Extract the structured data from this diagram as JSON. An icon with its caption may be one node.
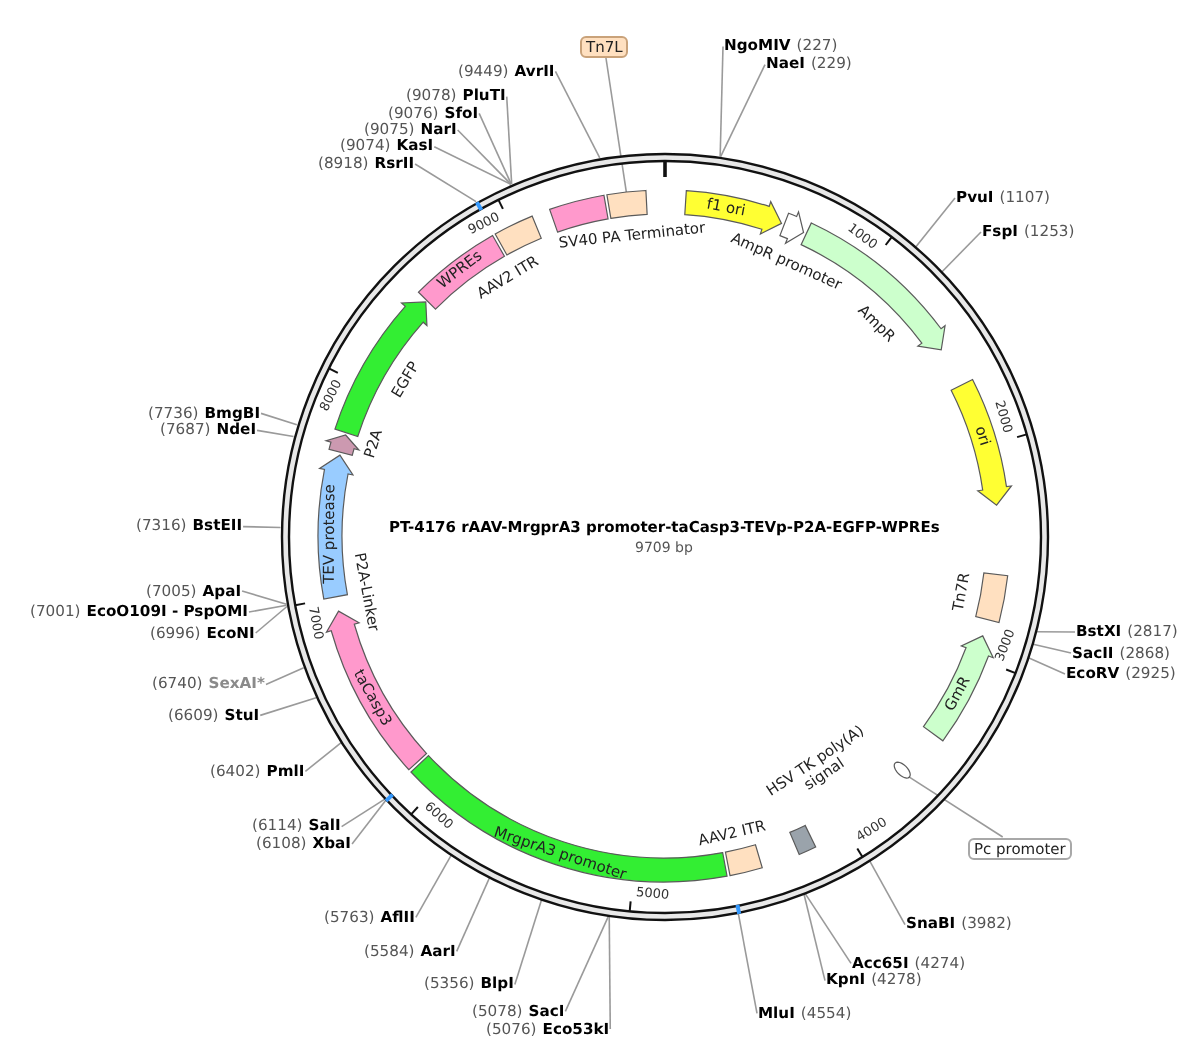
{
  "diagram": {
    "title": "PT-4176 rAAV-MrgprA3 promoter-taCasp3-TEVp-P2A-EGFP-WPREs",
    "nodes": [
      {
        "text": [],
        "shape": "circle"
      },
      {
        "text": [
          "f1 ori"
        ],
        "in": 0
      },
      {
        "text": [
          "AmpR promoter"
        ],
        "in": 0
      },
      {
        "text": [
          "AmpR"
        ],
        "in": 0
      },
      {
        "text": [
          "ori"
        ],
        "in": 0
      },
      {
        "text": [
          "Tn7R"
        ],
        "in": 0
      },
      {
        "text": [
          "GmR"
        ],
        "in": 0
      },
      {
        "text": [],
        "shape": "ellipse",
        "in": 0
      },
      {
        "text": [
          "HSV TK poly(A) signal"
        ],
        "in": 0
      },
      {
        "text": [
          "AAV2 ITR"
        ],
        "in": 0
      },
      {
        "text": [
          "MrgprA3 promoter"
        ],
        "in": 0
      },
      {
        "text": [
          "taCasp3"
        ],
        "in": 0
      },
      {
        "text": [
          "TEV protease"
        ],
        "in": 0
      },
      {
        "text": [
          "P2A"
        ],
        "in": 0
      },
      {
        "text": [
          "EGFP"
        ],
        "in": 0
      },
      {
        "text": [
          "WPREs"
        ],
        "in": 0
      },
      {
        "text": [
          "AAV2 ITR"
        ],
        "in": 0
      },
      {
        "text": [
          "SV40 PA Terminator"
        ],
        "in": 0
      },
      {
        "text": [],
        "shape": "box",
        "in": 0
      },
      {
        "text": [
          "NgoMIV",
          "(227)"
        ]
      },
      {
        "text": [
          "NaeI",
          "(229)"
        ]
      },
      {
        "text": [
          "PvuI",
          "(1107)"
        ]
      },
      {
        "text": [
          "FspI",
          "(1253)"
        ]
      },
      {
        "text": [
          "BstXI",
          "(2817)"
        ]
      },
      {
        "text": [
          "SacII",
          "(2868)"
        ]
      },
      {
        "text": [
          "EcoRV",
          "(2925)"
        ]
      },
      {
        "text": [
          "SnaBI",
          "(3982)"
        ]
      },
      {
        "text": [
          "Pc promoter"
        ]
      },
      {
        "text": [
          "Acc65I",
          "(4274)"
        ]
      },
      {
        "text": [
          "KpnI",
          "(4278)"
        ]
      },
      {
        "text": [
          "MluI",
          "(4554)"
        ]
      },
      {
        "text": [
          "(5076)",
          "Eco53kI"
        ]
      },
      {
        "text": [
          "(5078)",
          "SacI"
        ]
      },
      {
        "text": [
          "(5356)",
          "BlpI"
        ]
      },
      {
        "text": [
          "(5584)",
          "AarI"
        ]
      },
      {
        "text": [
          "(5763)",
          "AflII"
        ]
      },
      {
        "text": [
          "(6108)",
          "XbaI"
        ]
      },
      {
        "text": [
          "(6114)",
          "SalI"
        ]
      },
      {
        "text": [
          "(6402)",
          "PmlI"
        ]
      },
      {
        "text": [
          "(6609)",
          "StuI"
        ]
      },
      {
        "text": [
          "(6740)",
          "SexAI*"
        ]
      },
      {
        "text": [
          "(6996)",
          "EcoNI"
        ]
      },
      {
        "text": [
          "(7001)",
          "EcoO109I - PspOMI"
        ]
      },
      {
        "text": [
          "(7005)",
          "ApaI"
        ]
      },
      {
        "text": [
          "(7316)",
          "BstEII"
        ]
      },
      {
        "text": [
          "(7687)",
          "NdeI"
        ]
      },
      {
        "text": [
          "(7736)",
          "BmgBI"
        ]
      },
      {
        "text": [
          "(8918)",
          "RsrII"
        ]
      },
      {
        "text": [
          "(9074)",
          "KasI"
        ]
      },
      {
        "text": [
          "(9075)",
          "NarI"
        ]
      },
      {
        "text": [
          "(9076)",
          "SfoI"
        ]
      },
      {
        "text": [
          "(9078)",
          "PluTI"
        ]
      },
      {
        "text": [
          "(9449)",
          "AvrII"
        ]
      },
      {
        "text": [
          "Tn7L"
        ]
      }
    ],
    "edges": [
      {
        "from": 19,
        "to": 0,
        "arrow": "none"
      },
      {
        "from": 20,
        "to": 0,
        "arrow": "none"
      },
      {
        "from": 21,
        "to": 0,
        "arrow": "none"
      },
      {
        "from": 22,
        "to": 0,
        "arrow": "none"
      },
      {
        "from": 23,
        "to": 0,
        "arrow": "none"
      },
      {
        "from": 24,
        "to": 0,
        "arrow": "none"
      },
      {
        "from": 25,
        "to": 0,
        "arrow": "none"
      },
      {
        "from": 26,
        "to": 0,
        "arrow": "none"
      },
      {
        "from": 27,
        "to": 7,
        "arrow": "none"
      },
      {
        "from": 28,
        "to": 0,
        "arrow": "none"
      },
      {
        "from": 29,
        "to": 0,
        "arrow": "none"
      },
      {
        "from": 30,
        "to": 0,
        "arrow": "none"
      },
      {
        "from": 31,
        "to": 0,
        "arrow": "none"
      },
      {
        "from": 32,
        "to": 0,
        "arrow": "none"
      },
      {
        "from": 33,
        "to": 0,
        "arrow": "none"
      },
      {
        "from": 34,
        "to": 0,
        "arrow": "none"
      },
      {
        "from": 35,
        "to": 0,
        "arrow": "none"
      },
      {
        "from": 36,
        "to": 0,
        "arrow": "none"
      },
      {
        "from": 37,
        "to": 0,
        "arrow": "none"
      },
      {
        "from": 38,
        "to": 0,
        "arrow": "none"
      },
      {
        "from": 39,
        "to": 0,
        "arrow": "none"
      },
      {
        "from": 40,
        "to": 0,
        "arrow": "none"
      },
      {
        "from": 41,
        "to": 0,
        "arrow": "none"
      },
      {
        "from": 42,
        "to": 0,
        "arrow": "none"
      },
      {
        "from": 43,
        "to": 0,
        "arrow": "none"
      },
      {
        "from": 44,
        "to": 0,
        "arrow": "none"
      },
      {
        "from": 45,
        "to": 0,
        "arrow": "none"
      },
      {
        "from": 46,
        "to": 0,
        "arrow": "none"
      },
      {
        "from": 47,
        "to": 0,
        "arrow": "none"
      },
      {
        "from": 48,
        "to": 0,
        "arrow": "none"
      },
      {
        "from": 49,
        "to": 0,
        "arrow": "none"
      },
      {
        "from": 50,
        "to": 0,
        "arrow": "none"
      },
      {
        "from": 51,
        "to": 0,
        "arrow": "none"
      },
      {
        "from": 52,
        "to": 0,
        "arrow": "none"
      },
      {
        "from": 53,
        "to": 18,
        "arrow": "none"
      }
    ],
    "labels": [
      "1000",
      "2000",
      "3000",
      "4000",
      "5000",
      "6000",
      "7000",
      "8000",
      "9000",
      "9709 bp",
      "P2A-Linker"
    ]
  }
}
